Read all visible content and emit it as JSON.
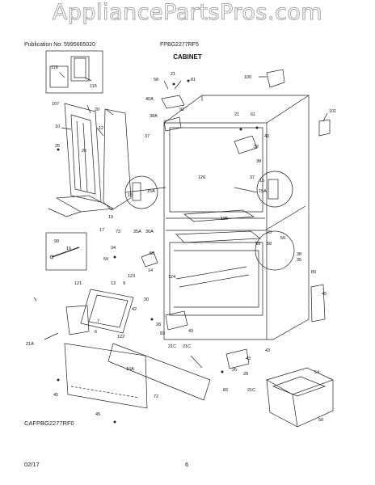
{
  "watermark": "AppliancePartsPros.com",
  "header": {
    "publication": "Publication No: 5995665020",
    "model": "FPBG2277RF5"
  },
  "title": "CABINET",
  "diagram_code": "CAFPBG2277RF0",
  "footer": {
    "date": "02/17",
    "page": "6"
  },
  "callouts": [
    "116",
    "115",
    "58",
    "21",
    "81",
    "100",
    "40A",
    "92",
    "38A",
    "101",
    "107",
    "20",
    "10",
    "12",
    "21",
    "61",
    "25",
    "26",
    "40",
    "32",
    "37",
    "38",
    "126",
    "37",
    "15",
    "15A",
    "15",
    "15A",
    "19",
    "125",
    "17",
    "16",
    "73",
    "35A",
    "36A",
    "99",
    "34",
    "58",
    "59",
    "73",
    "56",
    "58",
    "38",
    "35",
    "89",
    "59",
    "124",
    "121",
    "13",
    "9",
    "123",
    "14",
    "30",
    "42",
    "28",
    "83",
    "43",
    "45",
    "7",
    "122",
    "6",
    "21A",
    "21C",
    "21C",
    "43",
    "43",
    "26",
    "28",
    "83",
    "21C",
    "54",
    "10A",
    "72",
    "45",
    "45",
    "50"
  ]
}
